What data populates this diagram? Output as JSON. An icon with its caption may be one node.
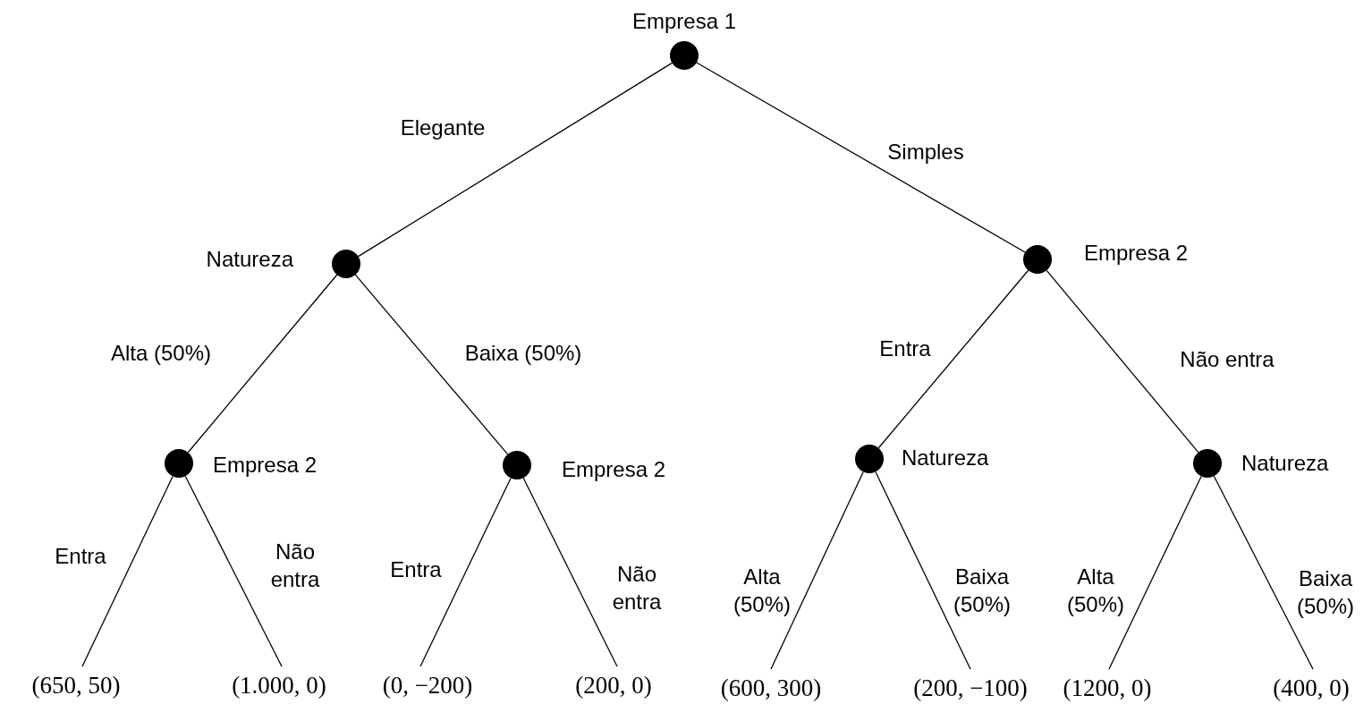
{
  "diagram": {
    "nodes": [
      {
        "text": [],
        "shape": "circle",
        "beside": [
          "Empresa 1"
        ]
      },
      {
        "text": [],
        "shape": "circle",
        "beside": [
          "Natureza"
        ]
      },
      {
        "text": [],
        "shape": "circle",
        "beside": [
          "Empresa 2"
        ]
      },
      {
        "text": [],
        "shape": "circle",
        "beside": [
          "Empresa 2"
        ]
      },
      {
        "text": [],
        "shape": "circle",
        "beside": [
          "Empresa 2"
        ]
      },
      {
        "text": [],
        "shape": "circle",
        "beside": [
          "Natureza"
        ]
      },
      {
        "text": [],
        "shape": "circle",
        "beside": [
          "Natureza"
        ]
      },
      {
        "text": [
          "(650, 50)"
        ]
      },
      {
        "text": [
          "(1.000, 0)"
        ]
      },
      {
        "text": [
          "(0, −200)"
        ]
      },
      {
        "text": [
          "(200, 0)"
        ]
      },
      {
        "text": [
          "(600, 300)"
        ]
      },
      {
        "text": [
          "(200, −100)"
        ]
      },
      {
        "text": [
          "(1200, 0)"
        ]
      },
      {
        "text": [
          "(400, 0)"
        ]
      }
    ],
    "edges": [
      {
        "from": 0,
        "to": 1,
        "arrow": "none",
        "label": "Elegante"
      },
      {
        "from": 0,
        "to": 2,
        "arrow": "none",
        "label": "Simples"
      },
      {
        "from": 1,
        "to": 3,
        "arrow": "none",
        "label": "Alta (50%)"
      },
      {
        "from": 1,
        "to": 4,
        "arrow": "none",
        "label": "Baixa (50%)"
      },
      {
        "from": 2,
        "to": 5,
        "arrow": "none",
        "label": "Entra"
      },
      {
        "from": 2,
        "to": 6,
        "arrow": "none",
        "label": "Não entra"
      },
      {
        "from": 3,
        "to": 7,
        "arrow": "none",
        "label": "Entra"
      },
      {
        "from": 3,
        "to": 8,
        "arrow": "none",
        "label": "Não entra"
      },
      {
        "from": 4,
        "to": 9,
        "arrow": "none",
        "label": "Entra"
      },
      {
        "from": 4,
        "to": 10,
        "arrow": "none",
        "label": "Não entra"
      },
      {
        "from": 5,
        "to": 11,
        "arrow": "none",
        "label": "Alta (50%)"
      },
      {
        "from": 5,
        "to": 12,
        "arrow": "none",
        "label": "Baixa (50%)"
      },
      {
        "from": 6,
        "to": 13,
        "arrow": "none",
        "label": "Alta (50%)"
      },
      {
        "from": 6,
        "to": 14,
        "arrow": "none",
        "label": "Baixa (50%)"
      }
    ]
  }
}
